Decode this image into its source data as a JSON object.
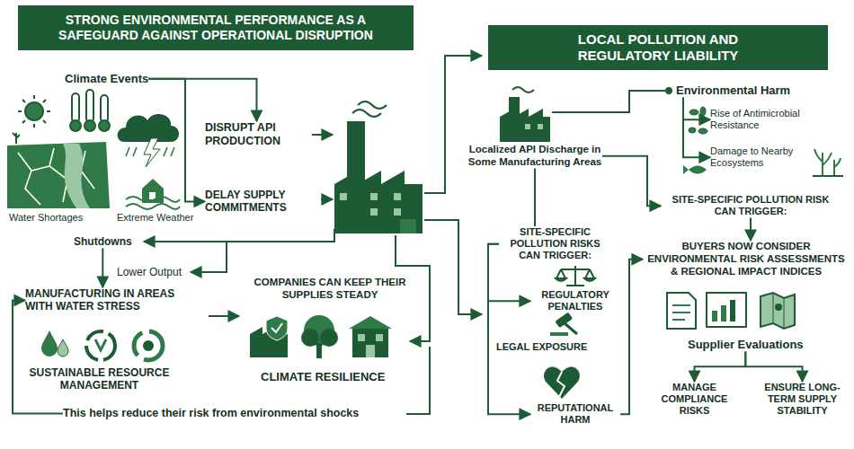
{
  "diagram": {
    "nodes": [
      {
        "text": [
          "STRONG ENVIRONMENTAL PERFORMANCE AS A SAFEGUARD AGAINST OPERATIONAL DISRUPTION"
        ]
      },
      {
        "text": [
          "LOCAL POLLUTION AND REGULATORY LIABILITY"
        ]
      },
      {
        "text": [
          "Climate Events"
        ]
      },
      {
        "text": [
          "DISRUPT API PRODUCTION"
        ]
      },
      {
        "text": [
          "DELAY SUPPLY COMMITMENTS"
        ]
      },
      {
        "text": [
          "Shutdowns"
        ]
      },
      {
        "text": [
          "MANUFACTURING IN AREAS WITH WATER STRESS"
        ]
      },
      {
        "text": [
          "SUSTAINABLE RESOURCE MANAGEMENT"
        ]
      },
      {
        "text": [
          "COMPANIES CAN KEEP THEIR SUPPLIES STEADY"
        ]
      },
      {
        "text": [
          "CLIMATE RESILIENCE"
        ]
      },
      {
        "text": [
          "This helps reduce their risk from environmental shocks"
        ]
      },
      {
        "text": [
          "Localized API Discharge in Some Manufacturing Areas"
        ]
      },
      {
        "text": [
          "Environmental Harm"
        ]
      },
      {
        "text": [
          "Rise of Antimicrobial Resistance"
        ]
      },
      {
        "text": [
          "Damage to Nearby Ecosystems"
        ]
      },
      {
        "text": [
          "SITE-SPECIFIC POLLUTION RISK CAN TRIGGER:"
        ]
      },
      {
        "text": [
          "BUYERS NOW CONSIDER ENVIRONMENTAL RISK ASSESSMENTS & REGIONAL IMPACT INDICES"
        ]
      },
      {
        "text": [
          "SITE-SPECIFIC POLLUTION RISKS CAN TRIGGER:"
        ]
      },
      {
        "text": [
          "REGULATORY PENALTIES"
        ]
      },
      {
        "text": [
          "REPUTATIONAL HARM"
        ]
      },
      {
        "text": [
          "Supplier Evaluations"
        ]
      },
      {
        "text": [
          "MANAGE COMPLIANCE RISKS"
        ]
      },
      {
        "text": [
          "ENSURE LONG-TERM SUPPLY STABILITY"
        ]
      }
    ],
    "edges": [
      {
        "from": 2,
        "to": 3,
        "arrow": "to"
      },
      {
        "from": 2,
        "to": 4,
        "arrow": "to"
      },
      {
        "from": 5,
        "to": 6,
        "arrow": "to"
      },
      {
        "from": 10,
        "to": 6,
        "arrow": "to"
      },
      {
        "from": 11,
        "to": 15,
        "arrow": "to"
      },
      {
        "from": 12,
        "to": 13,
        "arrow": "to"
      },
      {
        "from": 12,
        "to": 14,
        "arrow": "to"
      },
      {
        "from": 11,
        "to": 17,
        "arrow": "none"
      },
      {
        "from": 17,
        "to": 18,
        "arrow": "to"
      },
      {
        "from": 17,
        "to": 19,
        "arrow": "to"
      },
      {
        "from": 19,
        "to": 16,
        "arrow": "to"
      },
      {
        "from": 15,
        "to": 16,
        "arrow": "to"
      },
      {
        "from": 20,
        "to": 21,
        "arrow": "to"
      },
      {
        "from": 20,
        "to": 22,
        "arrow": "to"
      }
    ],
    "labels": [
      "Water Shortages",
      "Extreme Weather",
      "Lower Output",
      "LEGAL EXPOSURE"
    ]
  }
}
